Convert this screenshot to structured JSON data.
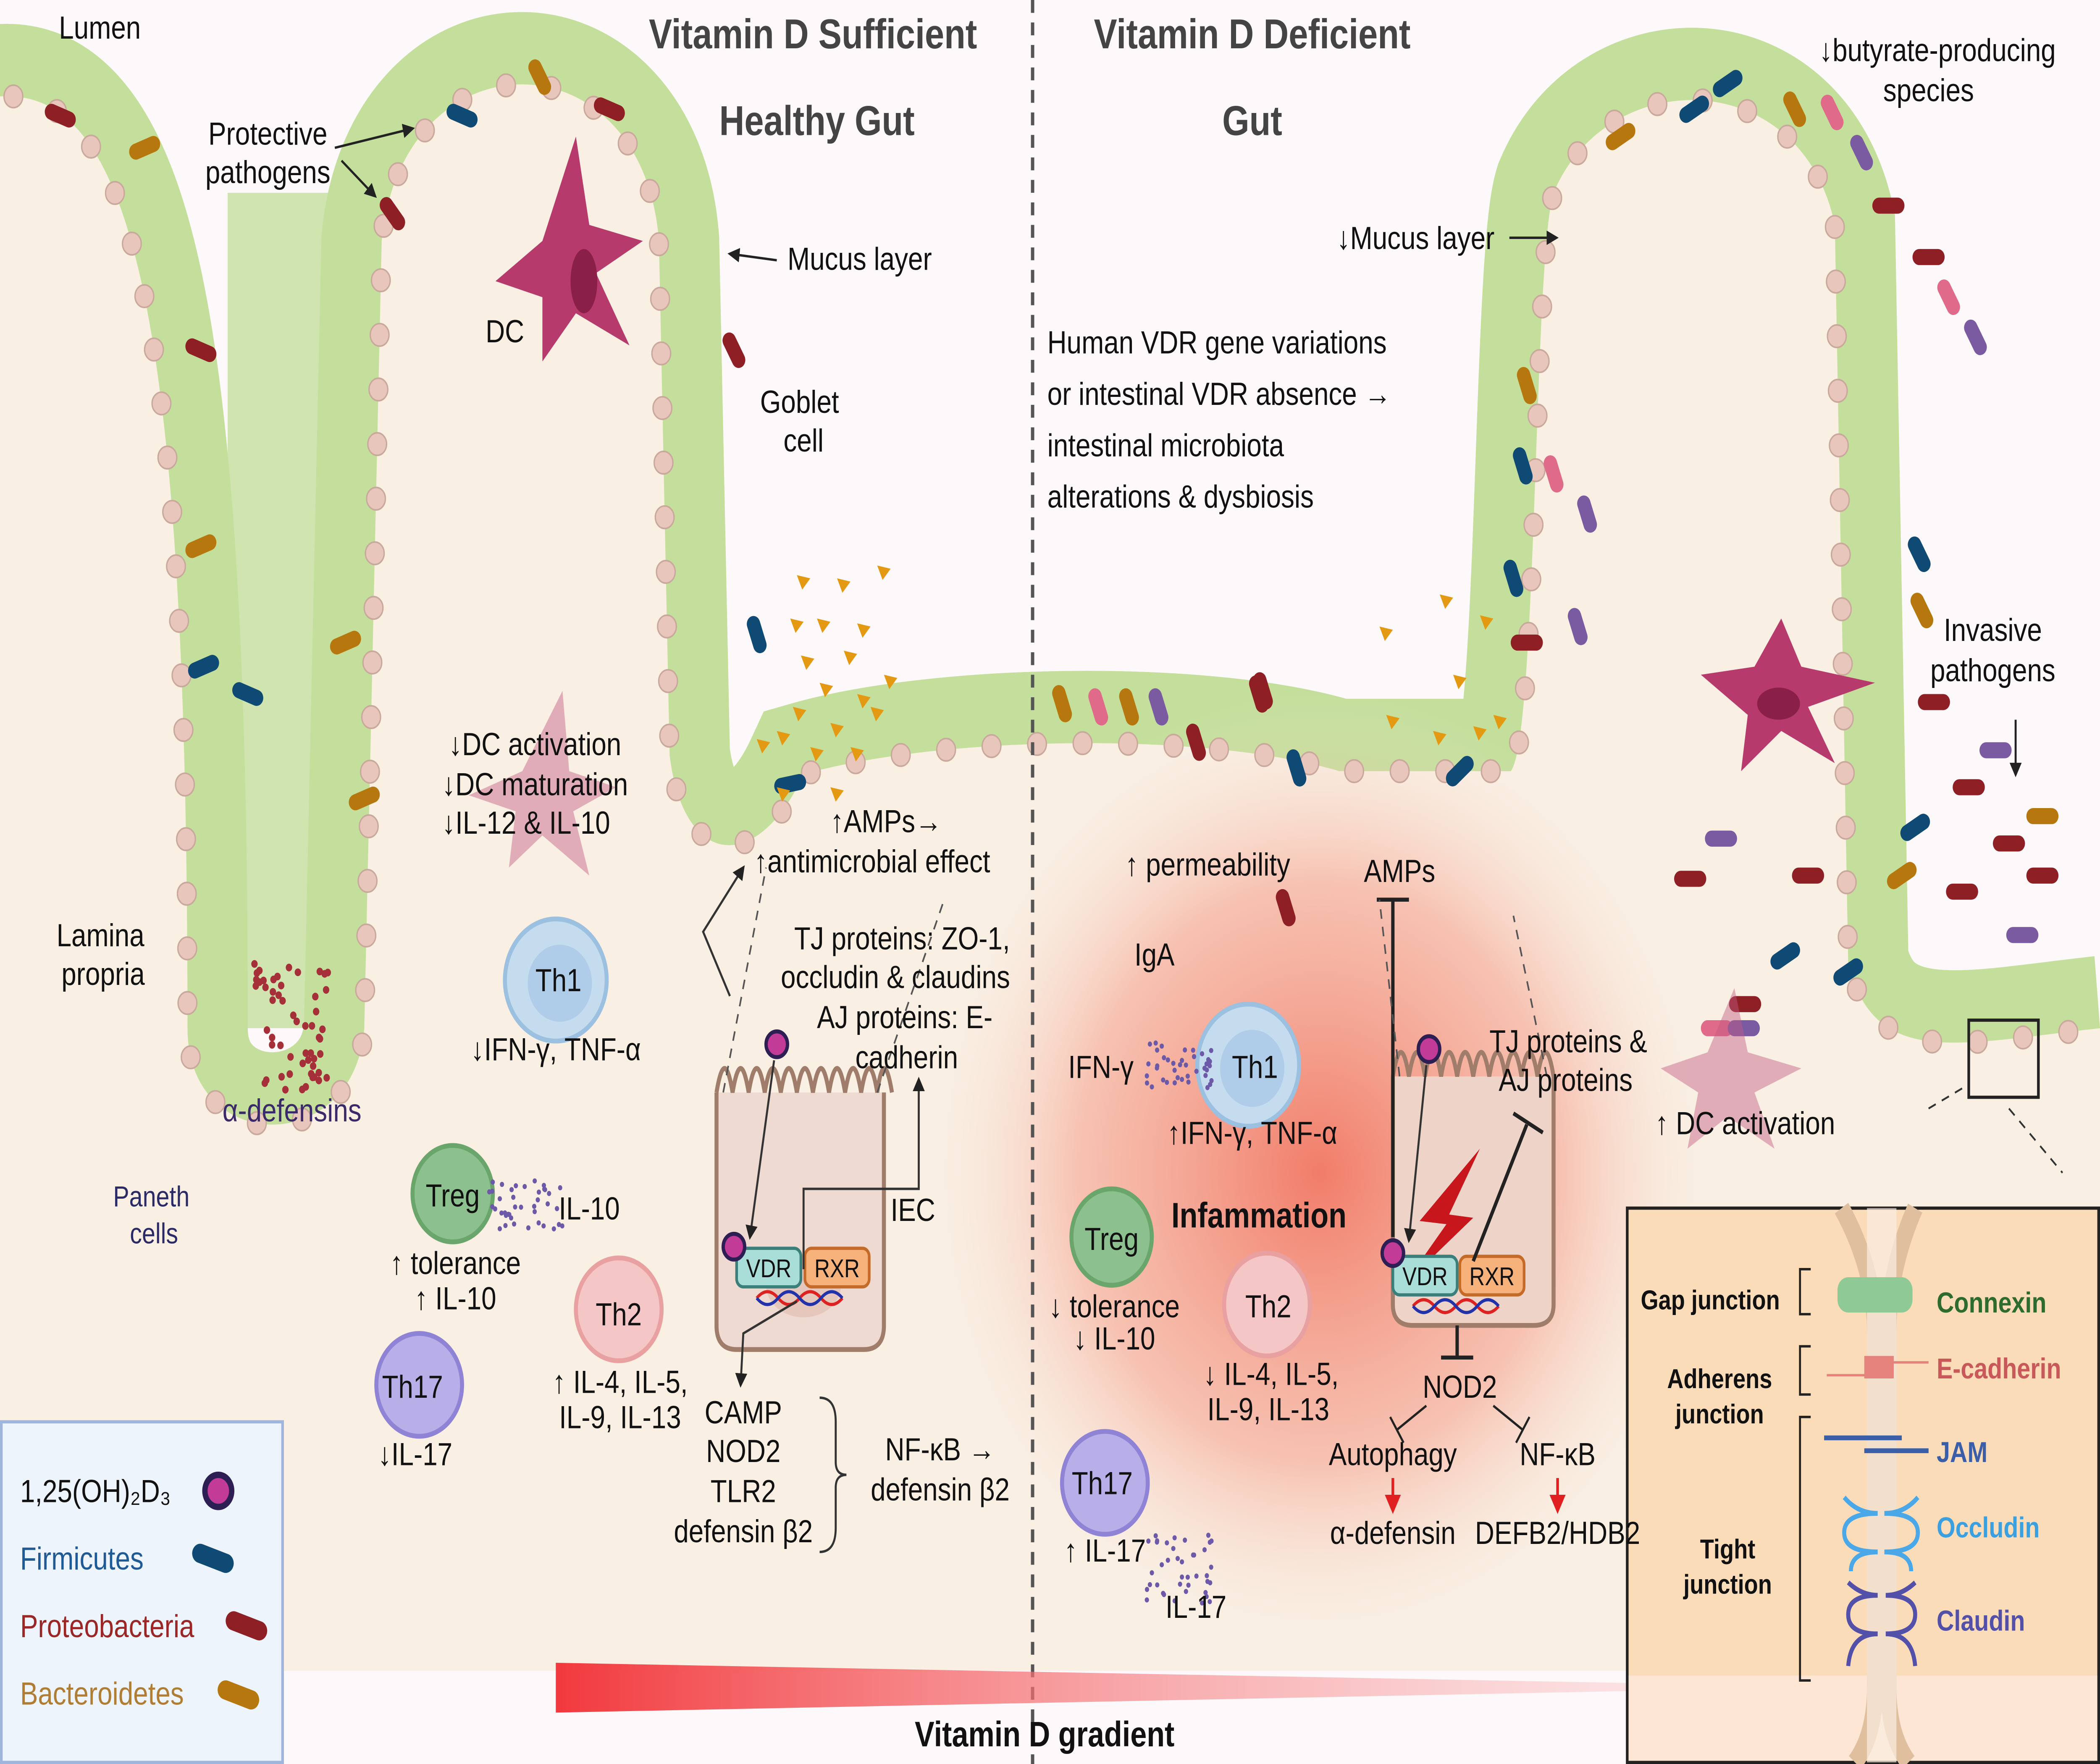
{
  "titles": {
    "sufficient": "Vitamin D Sufficient",
    "healthy_gut": "Healthy Gut",
    "deficient": "Vitamin D Deficient",
    "gut": "Gut",
    "gradient": "Vitamin D gradient"
  },
  "healthy": {
    "lumen": "Lumen",
    "protective_pathogens": [
      "Protective",
      "pathogens"
    ],
    "mucus_layer": "Mucus layer",
    "dc": "DC",
    "goblet_cell": [
      "Goblet",
      "cell"
    ],
    "dc_effects": [
      "↓DC activation",
      "↓DC maturation",
      "↓IL-12 & IL-10"
    ],
    "amps": [
      "↑AMPs→",
      "↑antimicrobial effect"
    ],
    "lamina_propria": [
      "Lamina",
      "propria"
    ],
    "th1": "Th1",
    "th1_effect": "↓IFN-γ, TNF-α",
    "tj_proteins": [
      "TJ proteins: ZO-1,",
      "occludin & claudins",
      "AJ proteins: E-",
      "cadherin"
    ],
    "alpha_defensins": "α-defensins",
    "paneth_cells": [
      "Paneth",
      "cells"
    ],
    "treg": "Treg",
    "il10": "IL-10",
    "iec": "IEC",
    "tolerance": [
      "↑ tolerance",
      "↑ IL-10"
    ],
    "vdr": "VDR",
    "rxr": "RXR",
    "th2": "Th2",
    "th2_effect": [
      "↑ IL-4, IL-5,",
      "IL-9, IL-13"
    ],
    "th17": "Th17",
    "th17_effect": "↓IL-17",
    "targets": [
      "CAMP",
      "NOD2",
      "TLR2",
      "defensin β2"
    ],
    "nfkb": [
      "NF-κB →",
      "defensin β2"
    ]
  },
  "deficient": {
    "butyrate": [
      "↓butyrate-producing",
      "species"
    ],
    "mucus_layer": "↓Mucus layer",
    "vdr_text": [
      "Human VDR gene variations",
      "or intestinal VDR absence →",
      "intestinal microbiota",
      "alterations & dysbiosis"
    ],
    "invasive_pathogens": [
      "Invasive",
      "pathogens"
    ],
    "permeability": "↑ permeability",
    "amps": "AMPs",
    "iga": "IgA",
    "tj_proteins": [
      "TJ proteins &",
      "AJ proteins"
    ],
    "ifn": "IFN-γ",
    "th1": "Th1",
    "th1_effect": "↑IFN-γ, TNF-α",
    "dc_activation": "↑ DC activation",
    "inflammation": "Infammation",
    "treg": "Treg",
    "tolerance": [
      "↓ tolerance",
      "↓ IL-10"
    ],
    "vdr": "VDR",
    "rxr": "RXR",
    "th2": "Th2",
    "th2_effect": [
      "↓ IL-4, IL-5,",
      "IL-9, IL-13"
    ],
    "nod2": "NOD2",
    "autophagy": "Autophagy",
    "nfkb": "NF-κB",
    "alpha_defensin": "α-defensin",
    "defb2": "DEFB2/HDB2",
    "th17": "Th17",
    "th17_effect": "↑ IL-17",
    "il17": "IL-17"
  },
  "inset": {
    "gap_junction": "Gap junction",
    "connexin": "Connexin",
    "adherens_junction": [
      "Adherens",
      "junction"
    ],
    "ecadherin": "E-cadherin",
    "jam": "JAM",
    "tight_junction": [
      "Tight",
      "junction"
    ],
    "occludin": "Occludin",
    "claudin": "Claudin"
  },
  "legend": {
    "items": [
      {
        "label": "1,25(OH)₂D₃",
        "icon": "vitamin-d-molecule-icon",
        "color": "#c23b96"
      },
      {
        "label": "Firmicutes",
        "icon": "firmicutes-rod-icon",
        "color": "#0e4a74"
      },
      {
        "label": "Proteobacteria",
        "icon": "proteobacteria-rod-icon",
        "color": "#8e1f24"
      },
      {
        "label": "Bacteroidetes",
        "icon": "bacteroidetes-rod-icon",
        "color": "#b6780e"
      }
    ]
  },
  "colors": {
    "mucus": "#c4df9c",
    "epithelium": "#ecd8cf",
    "lamina": "#f9efe3",
    "lumen": "#fdf8fa",
    "inflammation": "#f0604a",
    "dc": "#b73a6c",
    "th1": "#c5dcef",
    "treg": "#8cc08e",
    "th2": "#f5c6c6",
    "th17": "#b8aee8",
    "vdr": "#a9ddd8",
    "rxr": "#f6b27a",
    "inset_bg": "#fbdcb8",
    "legend_bg": "#eef4fb"
  }
}
